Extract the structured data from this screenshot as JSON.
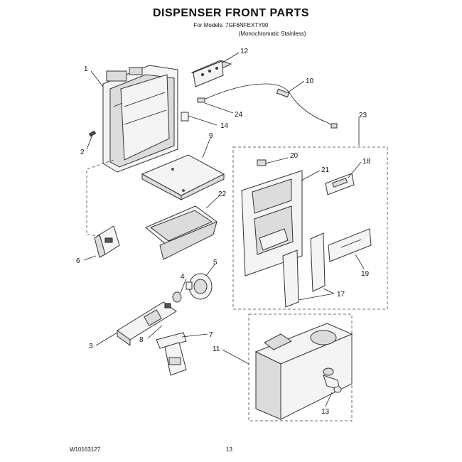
{
  "header": {
    "title": "DISPENSER FRONT PARTS",
    "models": "For Models: 7GF6NFEXTY00",
    "variant": "(Monochromatic Stainless)"
  },
  "footer": {
    "doc_number": "W10163127",
    "page_number": "13"
  },
  "callouts": {
    "n1": "1",
    "n2": "2",
    "n3": "3",
    "n4": "4",
    "n5": "5",
    "n6": "6",
    "n7": "7",
    "n8": "8",
    "n9": "9",
    "n10": "10",
    "n11": "11",
    "n12": "12",
    "n13": "13",
    "n14": "14",
    "n17": "17",
    "n18": "18",
    "n19": "19",
    "n20": "20",
    "n21": "21",
    "n22": "22",
    "n23": "23",
    "n24": "24"
  }
}
